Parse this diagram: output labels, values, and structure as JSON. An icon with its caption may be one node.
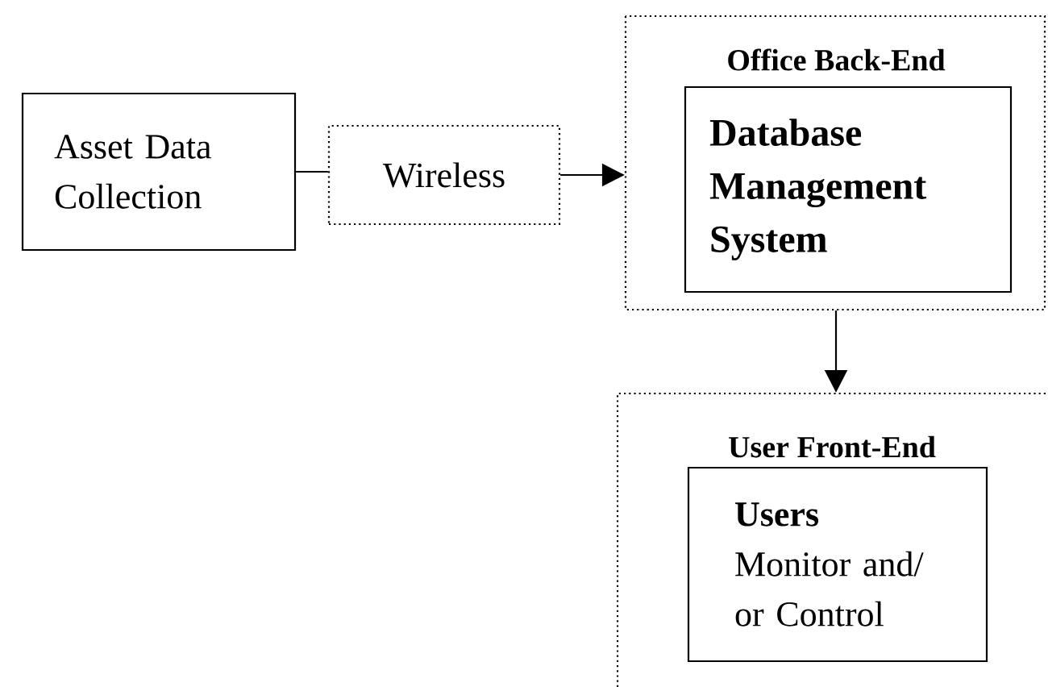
{
  "diagram": {
    "nodes": [
      {
        "text": [
          "Asset Data Collection"
        ]
      },
      {
        "text": [
          "Wireless"
        ]
      },
      {
        "text": [
          "Office Back-End"
        ]
      },
      {
        "text": [
          "Database Management System"
        ],
        "in": 2
      },
      {
        "text": [
          "User Front-End"
        ]
      },
      {
        "text": [
          "Users",
          "Monitor and/ or Control"
        ],
        "in": 4
      }
    ],
    "edges": [
      {
        "from": 0,
        "to": 1,
        "arrow": "none"
      },
      {
        "from": 1,
        "to": 2,
        "arrow": "to"
      },
      {
        "from": 2,
        "to": 4,
        "arrow": "to"
      }
    ]
  }
}
